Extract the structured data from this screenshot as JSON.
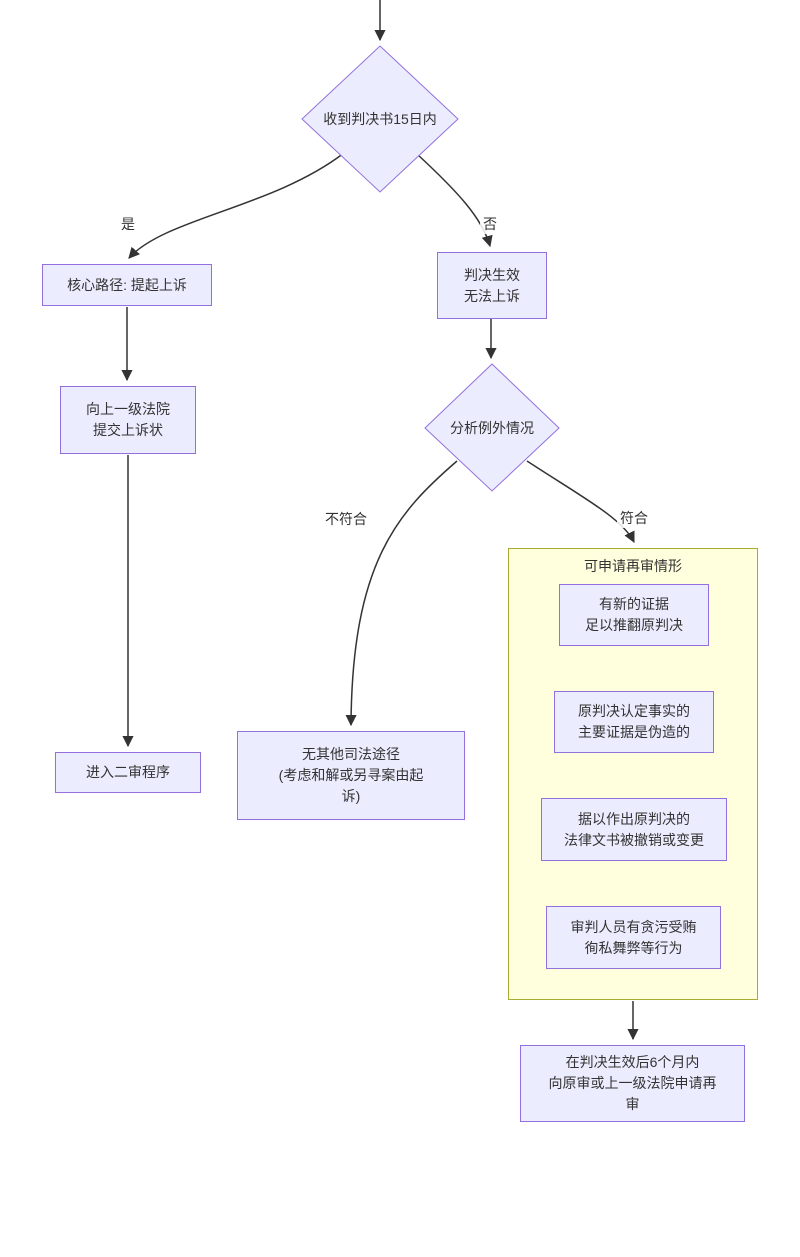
{
  "colors": {
    "node-fill": "#ECECFF",
    "node-border": "#9370DB",
    "group-fill": "#FFFFDE",
    "group-border": "#AAAA33",
    "edge": "#333333"
  },
  "flowchart": {
    "decision_receive": {
      "label": "收到判决书15日内"
    },
    "edge_labels": {
      "yes": "是",
      "no": "否",
      "not_match": "不符合",
      "match": "符合"
    },
    "node_appeal": {
      "label": "核心路径: 提起上诉"
    },
    "node_effective": {
      "line1": "判决生效",
      "line2": "无法上诉"
    },
    "node_submit": {
      "line1": "向上一级法院",
      "line2": "提交上诉状"
    },
    "node_second_trial": {
      "label": "进入二审程序"
    },
    "decision_exception": {
      "label": "分析例外情况"
    },
    "node_no_path": {
      "line1": "无其他司法途径",
      "line2": "(考虑和解或另寻案由起",
      "line3": "诉)"
    },
    "retrial_group": {
      "title": "可申请再审情形",
      "items": [
        {
          "line1": "有新的证据",
          "line2": "足以推翻原判决"
        },
        {
          "line1": "原判决认定事实的",
          "line2": "主要证据是伪造的"
        },
        {
          "line1": "据以作出原判决的",
          "line2": "法律文书被撤销或变更"
        },
        {
          "line1": "审判人员有贪污受贿",
          "line2": "徇私舞弊等行为"
        }
      ]
    },
    "node_apply": {
      "line1": "在判决生效后6个月内",
      "line2": "向原审或上一级法院申请再",
      "line3": "审"
    }
  }
}
